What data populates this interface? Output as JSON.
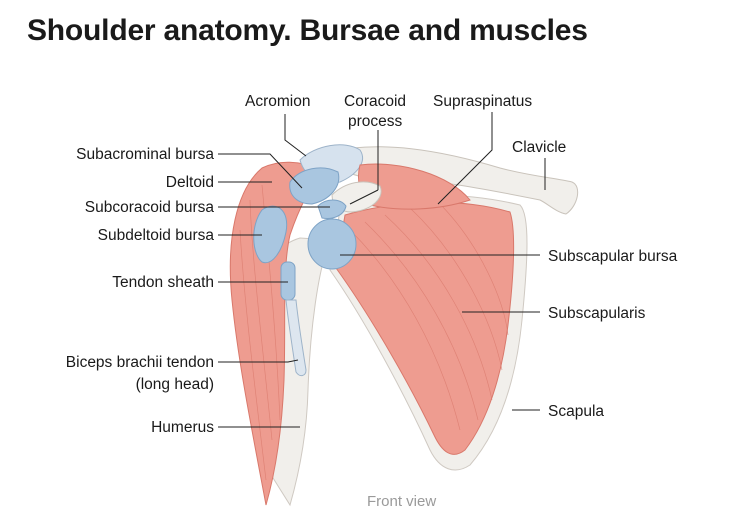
{
  "title": "Shoulder anatomy. Bursae and muscles",
  "caption": "Front view",
  "labels": {
    "acromion": "Acromion",
    "coracoid_line1": "Coracoid",
    "coracoid_line2": "process",
    "supraspinatus": "Supraspinatus",
    "clavicle": "Clavicle",
    "subacromial_bursa": "Subacrominal bursa",
    "deltoid": "Deltoid",
    "subcoracoid_bursa": "Subcoracoid bursa",
    "subdeltoid_bursa": "Subdeltoid bursa",
    "tendon_sheath": "Tendon sheath",
    "biceps_line1": "Biceps brachii tendon",
    "biceps_line2": "(long head)",
    "humerus": "Humerus",
    "subscapular_bursa": "Subscapular bursa",
    "subscapularis": "Subscapularis",
    "scapula": "Scapula"
  },
  "colors": {
    "muscle": "#ee9c90",
    "muscle_dark": "#d9786b",
    "bone": "#f1efeb",
    "bursa": "#a9c6e0",
    "bursa_dark": "#7ea3c6"
  }
}
